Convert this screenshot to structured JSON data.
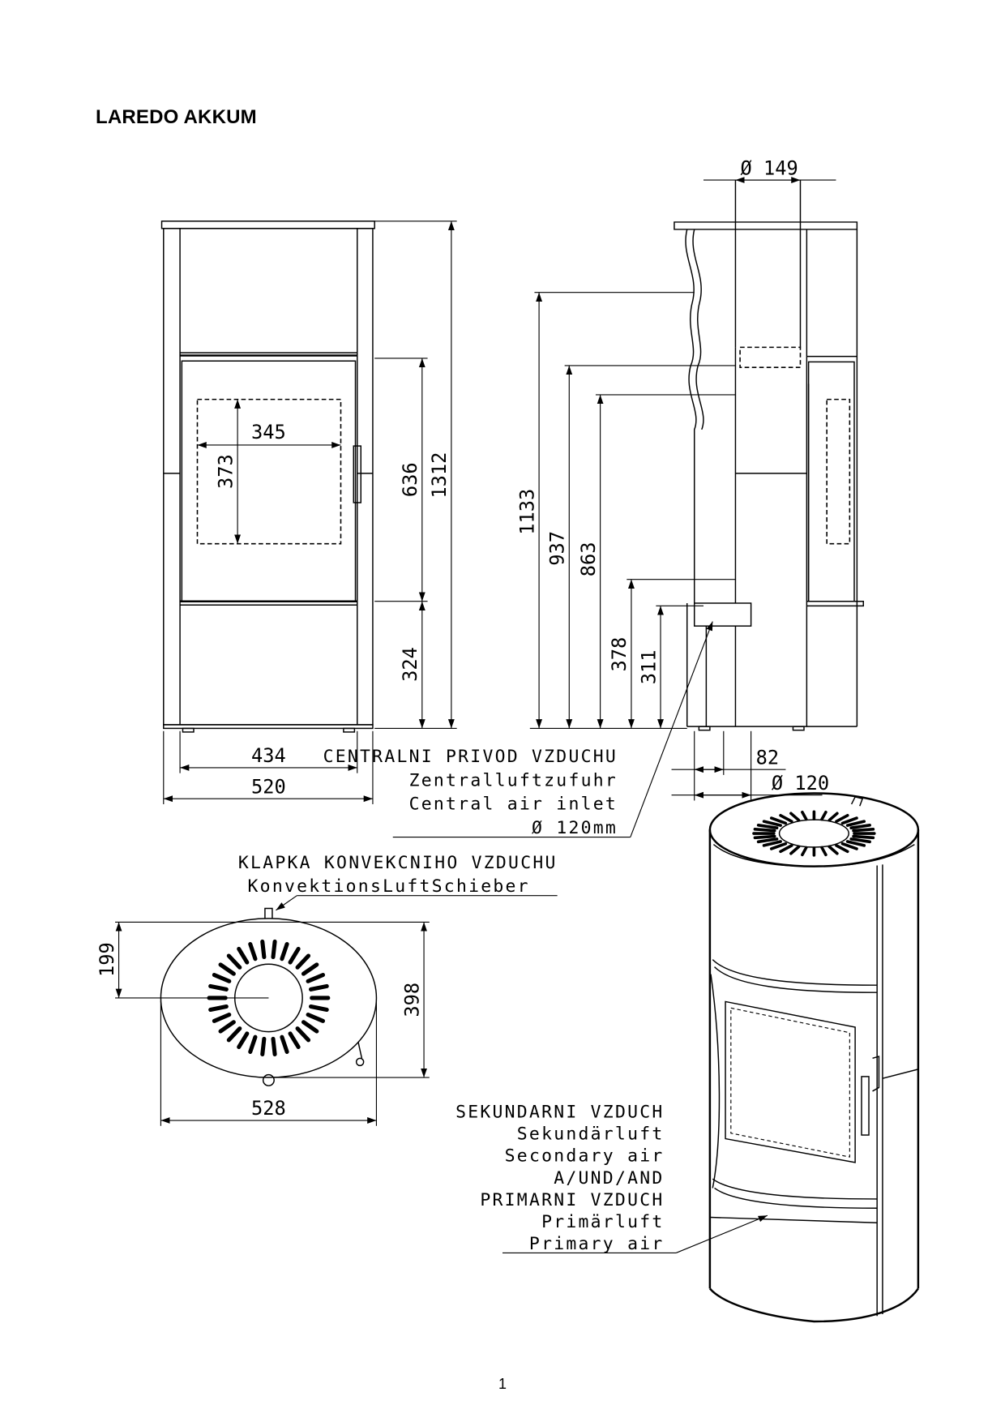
{
  "title": "LAREDO AKKUM",
  "page_number": "1",
  "front_view": {
    "firebox_width": "345",
    "firebox_height": "373",
    "door_height": "636",
    "total_height": "1312",
    "base_height": "324",
    "inner_width": "434",
    "total_width": "520"
  },
  "side_view": {
    "flue_diameter": "Ø 149",
    "height_flue_centre": "1133",
    "height_937": "937",
    "height_863": "863",
    "height_378": "378",
    "height_311": "311",
    "inlet_offset": "82",
    "inlet_diameter": "Ø 120"
  },
  "central_air_label": [
    "CENTRALNI PRIVOD VZDUCHU",
    "Zentralluftzufuhr",
    "Central air inlet",
    "Ø 120mm"
  ],
  "top_view": {
    "convection_label": [
      "KLAPKA KONVEKCNIHO VZDUCHU",
      "KonvektionsLuftSchieber"
    ],
    "offset_199": "199",
    "depth_398": "398",
    "width_528": "528"
  },
  "air_label": [
    "SEKUNDARNI VZDUCH",
    "Sekundärluft",
    "Secondary air",
    "A/UND/AND",
    "PRIMARNI VZDUCH",
    "Primärluft",
    "Primary air"
  ]
}
